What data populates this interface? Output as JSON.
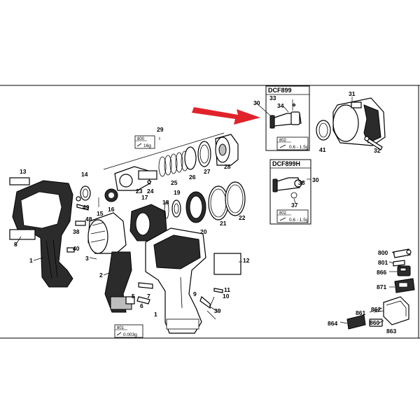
{
  "labels": {
    "l1a": "1",
    "l1b": "1",
    "l2": "2",
    "l3": "3",
    "l5": "5",
    "l6": "6",
    "l7": "7",
    "l8": "8",
    "l9": "9",
    "l10": "10",
    "l11": "11",
    "l12": "12",
    "l13": "13",
    "l14": "14",
    "l15": "15",
    "l16": "16",
    "l17": "17",
    "l18": "18",
    "l19": "19",
    "l20": "20",
    "l21": "21",
    "l22": "22",
    "l23": "23",
    "l24": "24",
    "l25": "25",
    "l26": "26",
    "l27": "27",
    "l28": "28",
    "l29": "29",
    "l30a": "30",
    "l30b": "30",
    "l31": "31",
    "l32": "32",
    "l33": "33",
    "l34": "34",
    "l36": "36",
    "l37": "37",
    "l38": "38",
    "l39": "39",
    "l40": "40",
    "l41": "41",
    "l48": "48",
    "l49": "49",
    "l800": "800",
    "l801": "801",
    "l860": "860",
    "l861": "861",
    "l862": "862",
    "l863": "863",
    "l864": "864",
    "l866": "866",
    "l871": "871"
  },
  "boxes": {
    "dcf899_title": "DCF899",
    "dcf899h_title": "DCF899H"
  },
  "tags": {
    "t800_num": "800",
    "t800_val": "16g",
    "t802a_num": "802",
    "t802a_val": "0.6 - 1.5g",
    "t802b_num": "802",
    "t802b_val": "0.6 - 1.5g",
    "t801_num": "801",
    "t801_val": "0.003g"
  },
  "colors": {
    "arrow": "#e0232a",
    "ink": "#000000",
    "dark_part": "#2b2b2b"
  }
}
